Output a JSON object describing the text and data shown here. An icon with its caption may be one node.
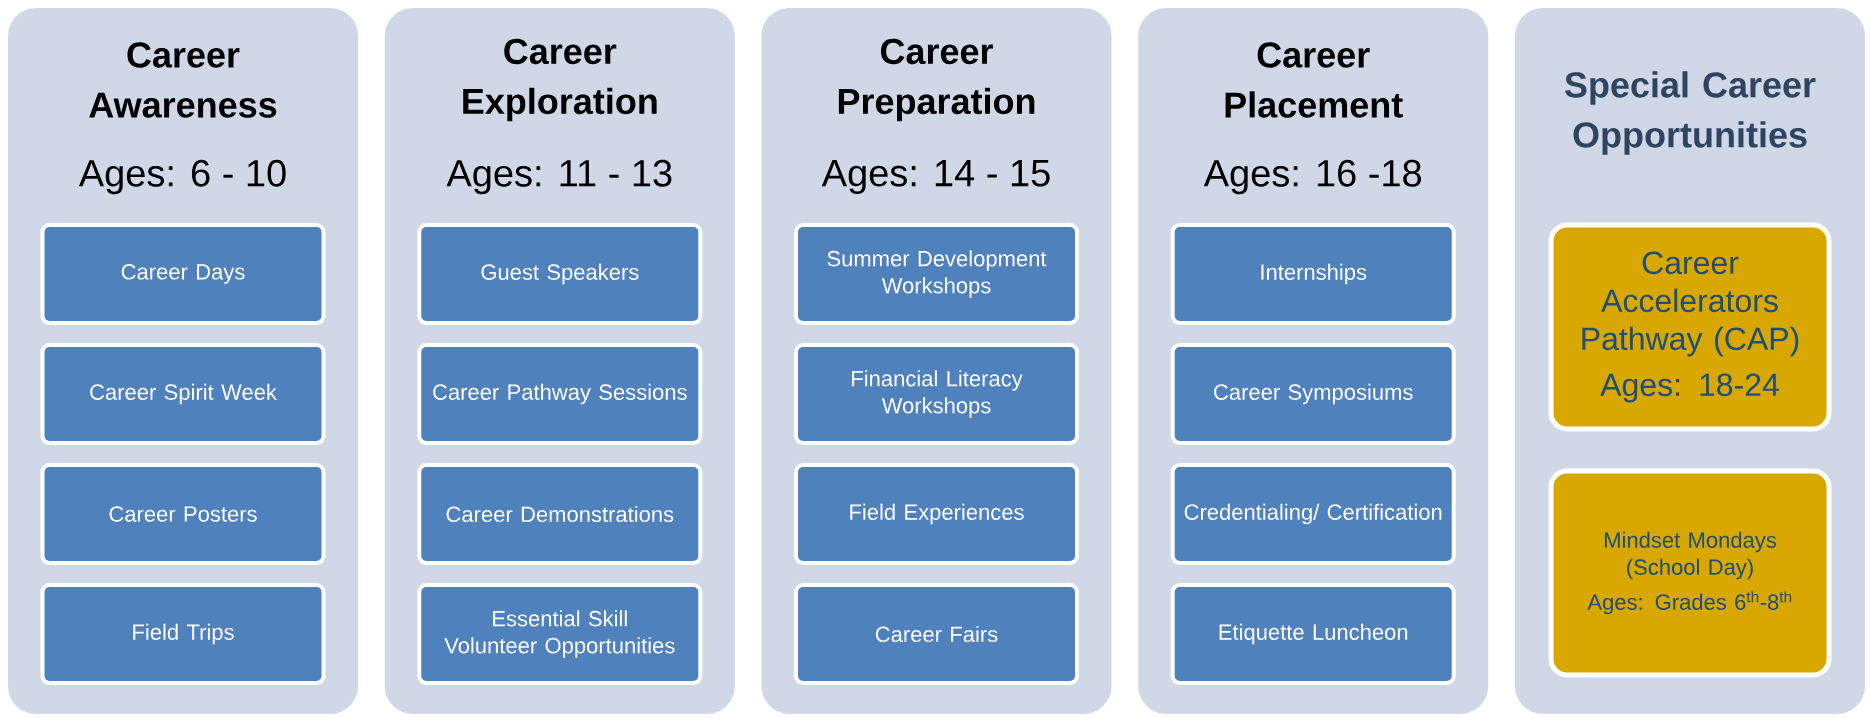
{
  "diagram": {
    "nodes": [
      {
        "text": [
          "Career Awareness",
          "Ages: 6 - 10"
        ]
      },
      {
        "text": [
          "Career Days"
        ],
        "in": 0
      },
      {
        "text": [
          "Career Spirit Week"
        ],
        "in": 0
      },
      {
        "text": [
          "Career Posters"
        ],
        "in": 0
      },
      {
        "text": [
          "Field Trips"
        ],
        "in": 0
      },
      {
        "text": [
          "Career Exploration",
          "Ages: 11 - 13"
        ]
      },
      {
        "text": [
          "Guest Speakers"
        ],
        "in": 5
      },
      {
        "text": [
          "Career Pathway Sessions"
        ],
        "in": 5
      },
      {
        "text": [
          "Career Demonstrations"
        ],
        "in": 5
      },
      {
        "text": [
          "Essential Skill Volunteer Opportunities"
        ],
        "in": 5
      },
      {
        "text": [
          "Career Preparation",
          "Ages: 14 - 15"
        ]
      },
      {
        "text": [
          "Summer Development Workshops"
        ],
        "in": 10
      },
      {
        "text": [
          "Financial Literacy Workshops"
        ],
        "in": 10
      },
      {
        "text": [
          "Field Experiences"
        ],
        "in": 10
      },
      {
        "text": [
          "Career Fairs"
        ],
        "in": 10
      },
      {
        "text": [
          "Career Placement",
          "Ages: 16 -18"
        ]
      },
      {
        "text": [
          "Internships"
        ],
        "in": 15
      },
      {
        "text": [
          "Career Symposiums"
        ],
        "in": 15
      },
      {
        "text": [
          "Credentialing/ Certification"
        ],
        "in": 15
      },
      {
        "text": [
          "Etiquette Luncheon"
        ],
        "in": 15
      },
      {
        "text": [
          "Special Career Opportunities"
        ]
      },
      {
        "text": [
          "Career Accelerators Pathway (CAP)",
          "Ages: 18-24"
        ],
        "in": 20
      },
      {
        "text": [
          "Mindset Mondays (School Day)",
          "Ages: Grades 6$^{th}$-8$^{th}$"
        ],
        "in": 20
      }
    ]
  }
}
